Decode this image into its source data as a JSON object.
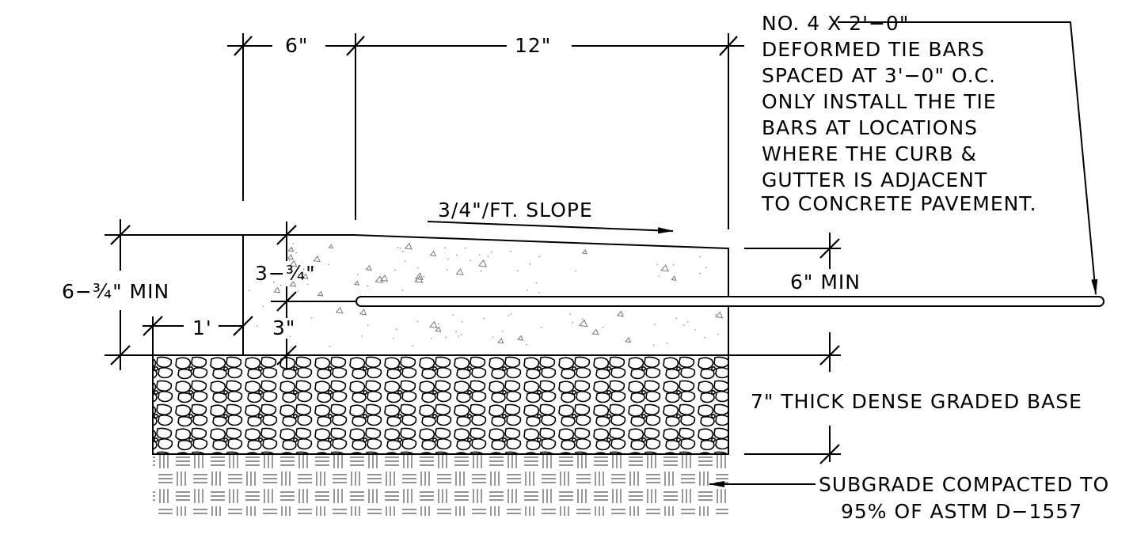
{
  "dimensions": {
    "curb_width": "6\"",
    "gutter_width": "12\"",
    "slope": "3/4\"/FT. SLOPE",
    "total_height": "6−¾\" MIN",
    "gutter_edge_height": "3−¾\"",
    "bar_height": "3\"",
    "offset": "1'",
    "pavement_thickness": "6\" MIN"
  },
  "notes": {
    "tie_bars": [
      "NO. 4 X 2'−0\"",
      "DEFORMED TIE BARS",
      "SPACED AT 3'−0\" O.C.",
      "ONLY INSTALL THE TIE",
      "BARS AT LOCATIONS",
      "WHERE THE CURB &",
      "GUTTER IS ADJACENT",
      "TO CONCRETE PAVEMENT."
    ],
    "base": "7\" THICK DENSE GRADED BASE",
    "subgrade": [
      "SUBGRADE COMPACTED TO",
      "95% OF ASTM D−1557"
    ]
  }
}
